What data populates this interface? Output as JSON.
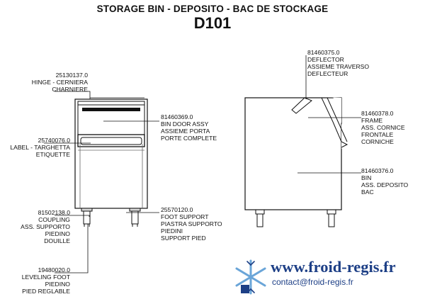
{
  "header": {
    "title": "STORAGE BIN - DEPOSITO - BAC DE STOCKAGE",
    "model": "D101"
  },
  "parts": {
    "hinge": {
      "code": "25130137.0",
      "lines": [
        "HINGE - CERNIERA",
        "CHARNIERE"
      ]
    },
    "bin_door": {
      "code": "81460369.0",
      "lines": [
        "BIN DOOR ASSY",
        "ASSIEME PORTA",
        "PORTE COMPLETE"
      ]
    },
    "label": {
      "code": "25740076.0",
      "lines": [
        "LABEL - TARGHETTA",
        "ETIQUETTE"
      ]
    },
    "foot_support": {
      "code": "25570120.0",
      "lines": [
        "FOOT SUPPORT",
        "PIASTRA SUPPORTO",
        "PIEDINI",
        "SUPPORT PIED"
      ]
    },
    "coupling": {
      "code": "81502138.0",
      "lines": [
        "COUPLING",
        "ASS. SUPPORTO",
        "PIEDINO",
        "DOUILLE"
      ]
    },
    "leveling_foot": {
      "code": "19480020.0",
      "lines": [
        "LEVELING FOOT",
        "PIEDINO",
        "PIED REGLABLE"
      ]
    },
    "deflector": {
      "code": "81460375.0",
      "lines": [
        "DEFLECTOR",
        "ASSIEME TRAVERSO",
        "DEFLECTEUR"
      ]
    },
    "frame": {
      "code": "81460378.0",
      "lines": [
        "FRAME",
        "ASS. CORNICE",
        "FRONTALE",
        "CORNICHE"
      ]
    },
    "bin": {
      "code": "81460376.0",
      "lines": [
        "BIN",
        "ASS. DEPOSITO",
        "BAC"
      ]
    }
  },
  "brand": {
    "url": "www.froid-regis.fr",
    "email": "contact@froid-regis.fr",
    "colors": {
      "primary": "#1d3f86",
      "accent": "#6aa5d8"
    }
  }
}
